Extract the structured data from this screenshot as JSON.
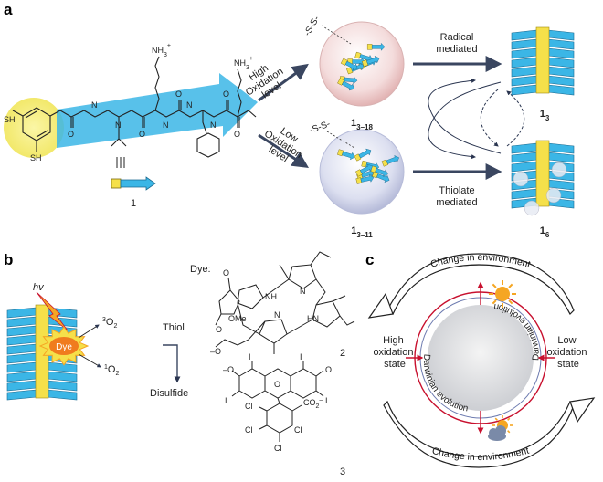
{
  "panels": {
    "a": "a",
    "b": "b",
    "c": "c"
  },
  "panel_a": {
    "high_oxidation": [
      "High",
      "Oxidation",
      "level"
    ],
    "low_oxidation": [
      "Low",
      "Oxidation",
      "level"
    ],
    "disulfide_label": "-S-S-",
    "pre_high_base": "1",
    "pre_high_sub": "3–18",
    "pre_low_base": "1",
    "pre_low_sub": "3–11",
    "radical_mediated": [
      "Radical",
      "mediated"
    ],
    "thiolate_mediated": [
      "Thiolate",
      "mediated"
    ],
    "product_high_base": "1",
    "product_high_sub": "3",
    "product_low_base": "1",
    "product_low_sub": "6",
    "compound_label": "1",
    "atoms": {
      "sh": "SH",
      "nh3": "NH",
      "nh3_charge": "+",
      "nh3_sub": "3",
      "o": "O",
      "n": "N",
      "h": "H"
    },
    "peptide_blue": "#3BB6E6",
    "thiol_yellow": "#F5EC7A"
  },
  "panel_b": {
    "hv": "hv",
    "triplet_o2": "O",
    "triplet_sup": "3",
    "triplet_sub": "2",
    "singlet_o2": "O",
    "singlet_sup": "1",
    "singlet_sub": "2",
    "dye_label": "Dye",
    "dye_header": "Dye:",
    "thiol": "Thiol",
    "disulfide": "Disulfide",
    "compound_2": "2",
    "compound_3": "3",
    "atoms": {
      "nh": "NH",
      "hn": "HN",
      "n": "N",
      "o": "O",
      "ome": "OMe",
      "i": "I",
      "cl": "Cl",
      "co2": "CO",
      "co2_sub": "2",
      "minus": "–"
    }
  },
  "panel_c": {
    "top_arc": "Change in environment",
    "bottom_arc": "Change in environment",
    "left_state": [
      "High",
      "oxidation",
      "state"
    ],
    "right_state": [
      "Low",
      "oxidation",
      "state"
    ],
    "inner_left": "Darwinian evolution",
    "inner_right": "Darwinian evolution",
    "cycle_red": "#C8102E",
    "sun_color": "#F5A623"
  }
}
